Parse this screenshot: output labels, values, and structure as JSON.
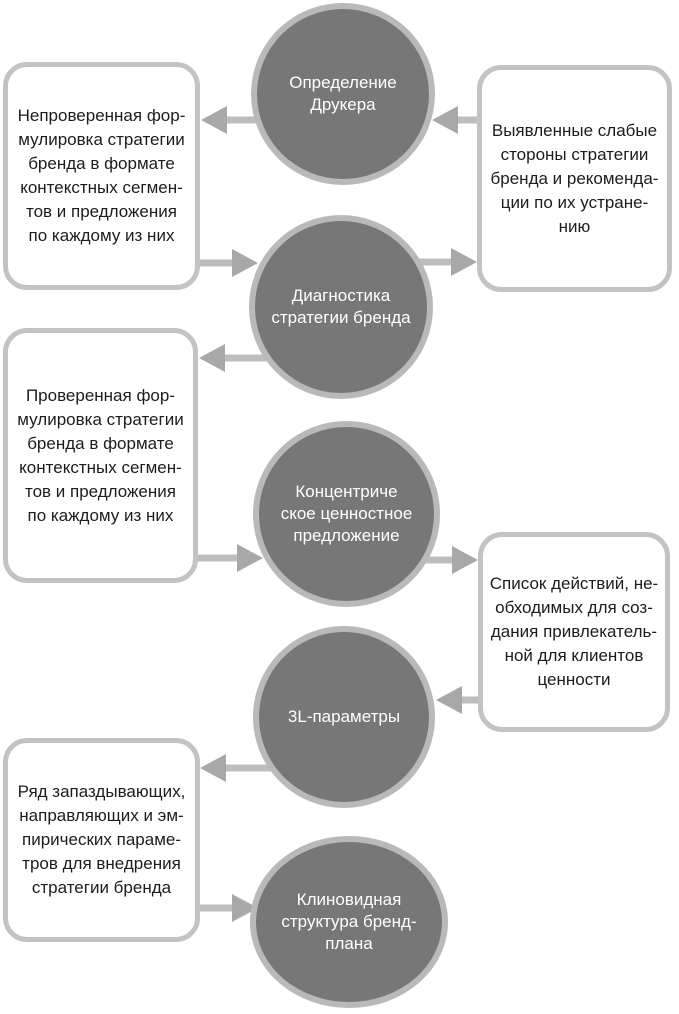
{
  "diagram": {
    "circles": [
      {
        "id": "drucker-definition",
        "label": "Определение\nДрукера"
      },
      {
        "id": "brand-strategy-diagnostics",
        "label": "Диагностика\nстратегии бренда"
      },
      {
        "id": "concentric-value-proposition",
        "label": "Концентриче\nское ценностное\nпредложение"
      },
      {
        "id": "3l-parameters",
        "label": "3L-параметры"
      },
      {
        "id": "wedge-brand-plan-structure",
        "label": "Клиновидная\nструктура бренд-\nплана"
      }
    ],
    "boxes": [
      {
        "id": "unverified-brand-strategy",
        "label": "Непроверенная фор-\nмулировка стратегии\nбренда в формате\nконтекстных сегмен-\nтов и предложения\nпо каждому из них"
      },
      {
        "id": "weaknesses-recommendations",
        "label": "Выявленные слабые\nстороны стратегии\nбренда и рекоменда-\nции по их устране-\nнию"
      },
      {
        "id": "verified-brand-strategy",
        "label": "Проверенная фор-\nмулировка стратегии\nбренда в формате\nконтекстных сегмен-\nтов и предложения\nпо каждому из них"
      },
      {
        "id": "action-list-for-value",
        "label": "Список действий, не-\nобходимых для соз-\nдания привлекатель-\nной для клиентов\nценности"
      },
      {
        "id": "lagging-leading-parameters",
        "label": "Ряд запаздывающих,\nнаправляющих и эм-\nпирических параме-\nтров для внедрения\nстратегии бренда"
      }
    ],
    "colors": {
      "circle_fill": "#777777",
      "circle_ring": "#b9b9b9",
      "circle_text": "#ffffff",
      "box_border": "#c3c3c3",
      "box_fill": "#ffffff",
      "box_text": "#1c1c1c",
      "arrow_shaft": "#bdbdbd",
      "arrow_head": "#a8a8a8",
      "background": "#ffffff"
    }
  }
}
